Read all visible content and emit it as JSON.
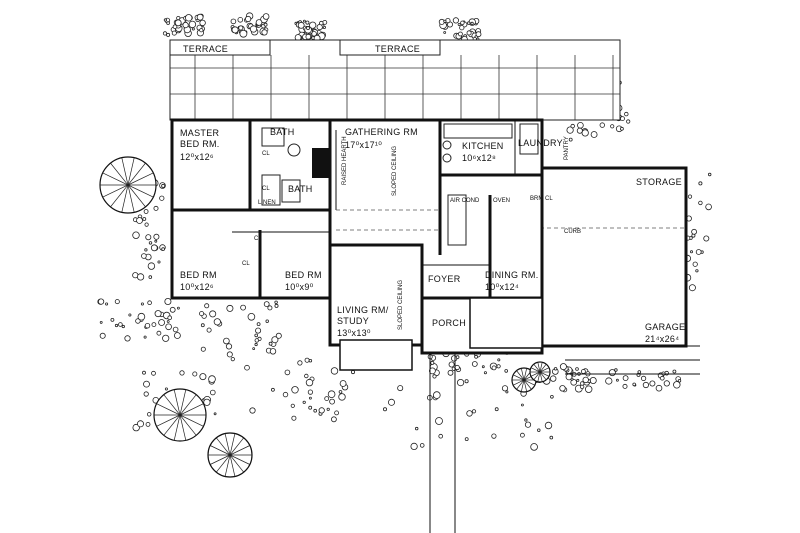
{
  "labels": {
    "terrace_left": "TERRACE",
    "terrace_right": "TERRACE",
    "master_1": "MASTER",
    "master_2": "BED RM.",
    "master_size": "12⁰x12⁶",
    "bath_top": "BATH",
    "bath_mid": "BATH",
    "linen": "LINEN",
    "cl": "CL",
    "gathering": "GATHERING RM",
    "gathering_size": "17⁰x17¹⁰",
    "raised_hearth": "RAISED HEARTH",
    "sloped_ceiling": "SLOPED CEILING",
    "kitchen": "KITCHEN",
    "kitchen_size": "10⁶x12⁸",
    "laundry": "LAUNDRY",
    "pantry": "PANTRY",
    "oven": "OVEN",
    "brm_cl": "BRM CL",
    "air_cond": "AIR COND",
    "storage": "STORAGE",
    "curb": "CURB",
    "bed1": "BED RM",
    "bed1_size": "10⁰x12⁶",
    "bed2": "BED RM",
    "bed2_size": "10⁰x9⁰",
    "foyer": "FOYER",
    "dining": "DINING RM.",
    "dining_size": "10⁰x12⁴",
    "living_1": "LIVING RM/",
    "living_2": "STUDY",
    "living_size": "13⁰x13⁰",
    "porch": "PORCH",
    "garage": "GARAGE",
    "garage_size": "21⁴x26⁴"
  }
}
